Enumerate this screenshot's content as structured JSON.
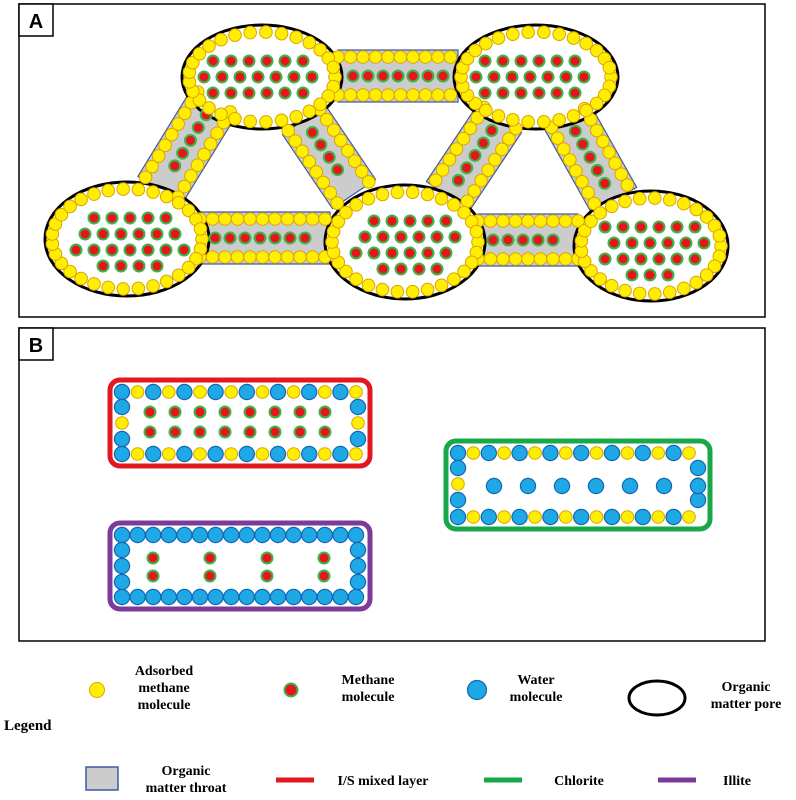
{
  "panels": {
    "a": {
      "label": "A"
    },
    "b": {
      "label": "B"
    }
  },
  "legend": {
    "title": "Legend",
    "items": [
      {
        "key": "adsorbed",
        "lines": [
          "Adsorbed",
          "methane",
          "molecule"
        ]
      },
      {
        "key": "methane",
        "lines": [
          "Methane",
          "molecule"
        ]
      },
      {
        "key": "water",
        "lines": [
          "Water",
          "molecule"
        ]
      },
      {
        "key": "pore",
        "lines": [
          "Organic",
          "matter pore"
        ]
      },
      {
        "key": "throat",
        "lines": [
          "Organic",
          "matter throat"
        ]
      },
      {
        "key": "is_layer",
        "lines": [
          "I/S mixed layer"
        ]
      },
      {
        "key": "chlorite",
        "lines": [
          "Chlorite"
        ]
      },
      {
        "key": "illite",
        "lines": [
          "Illite"
        ]
      }
    ]
  },
  "colors": {
    "adsorbed_fill": "#ffee00",
    "adsorbed_stroke": "#d9a400",
    "methane_fill": "#e8131b",
    "methane_stroke": "#3cb54a",
    "water_fill": "#1fa8e6",
    "water_stroke": "#1266b0",
    "pore_stroke": "#000000",
    "throat_fill": "#cccccc",
    "throat_stroke": "#3c5aa6",
    "is_layer": "#e3181f",
    "chlorite": "#18a84a",
    "illite": "#7c3a9a"
  }
}
